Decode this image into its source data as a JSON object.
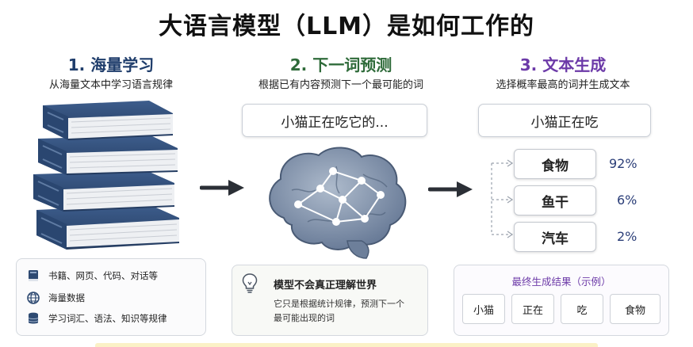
{
  "title": "大语言模型（LLM）是如何工作的",
  "steps": [
    {
      "title": "1. 海量学习",
      "subtitle": "从海量文本中学习语言规律"
    },
    {
      "title": "2. 下一词预测",
      "subtitle": "根据已有内容预测下一个最可能的词"
    },
    {
      "title": "3. 文本生成",
      "subtitle": "选择概率最高的词并生成文本"
    }
  ],
  "step2": {
    "input_text": "小猫正在吃它的..."
  },
  "step3": {
    "input_text": "小猫正在吃",
    "candidates": [
      {
        "word": "食物",
        "probability": "92%"
      },
      {
        "word": "鱼干",
        "probability": "6%"
      },
      {
        "word": "汽车",
        "probability": "2%"
      }
    ]
  },
  "legend": [
    {
      "icon": "book-icon",
      "label": "书籍、网页、代码、对话等"
    },
    {
      "icon": "globe-icon",
      "label": "海量数据"
    },
    {
      "icon": "database-icon",
      "label": "学习词汇、语法、知识等规律"
    }
  ],
  "note": {
    "icon": "lightbulb-icon",
    "title": "模型不会真正理解世界",
    "body_line1": "它只是根据统计规律，预测下一个",
    "body_line2": "最可能出现的词"
  },
  "result": {
    "title": "最终生成结果（示例）",
    "tokens": [
      "小猫",
      "正在",
      "吃",
      "食物"
    ]
  },
  "colors": {
    "step1": "#1f3d6b",
    "step2": "#2f6b3a",
    "step3": "#6c3aa8",
    "book_cover": "#2e4a72",
    "brain": "#7d8ea6"
  }
}
